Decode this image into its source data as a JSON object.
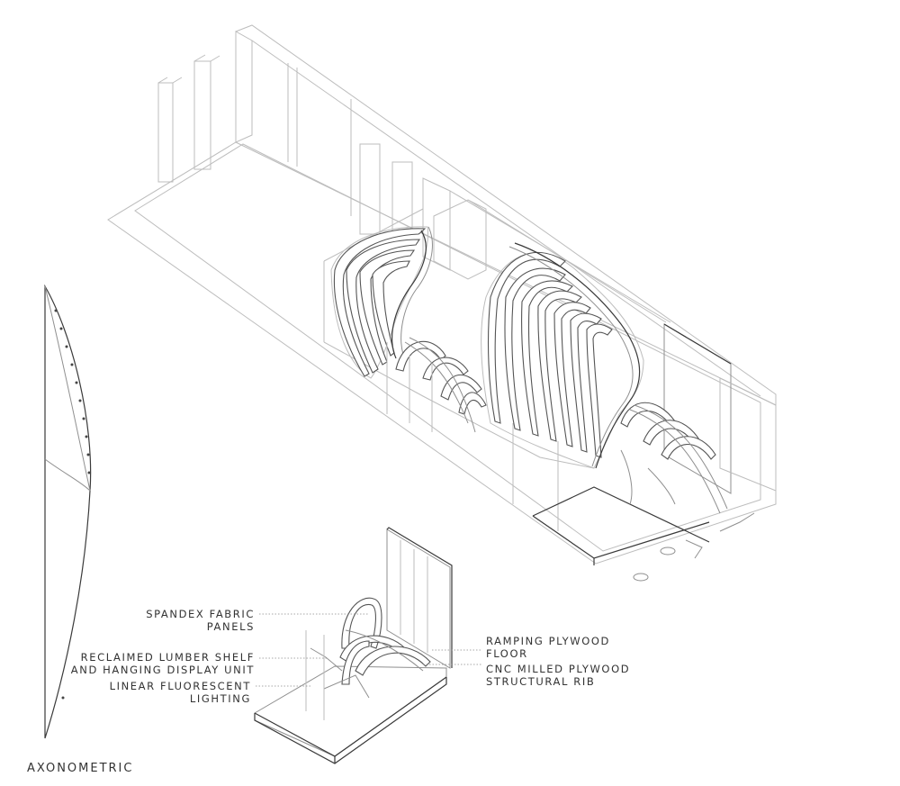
{
  "title": "AXONOMETRIC",
  "callouts": {
    "spandex": [
      "SPANDEX FABRIC",
      "PANELS"
    ],
    "lumber": [
      "RECLAIMED LUMBER SHELF",
      "AND HANGING DISPLAY UNIT"
    ],
    "lighting": [
      "LINEAR FLUORESCENT",
      "LIGHTING"
    ],
    "floor": [
      "RAMPING PLYWOOD",
      "FLOOR"
    ],
    "rib": [
      "CNC MILLED PLYWOOD",
      "STRUCTURAL RIB"
    ]
  }
}
